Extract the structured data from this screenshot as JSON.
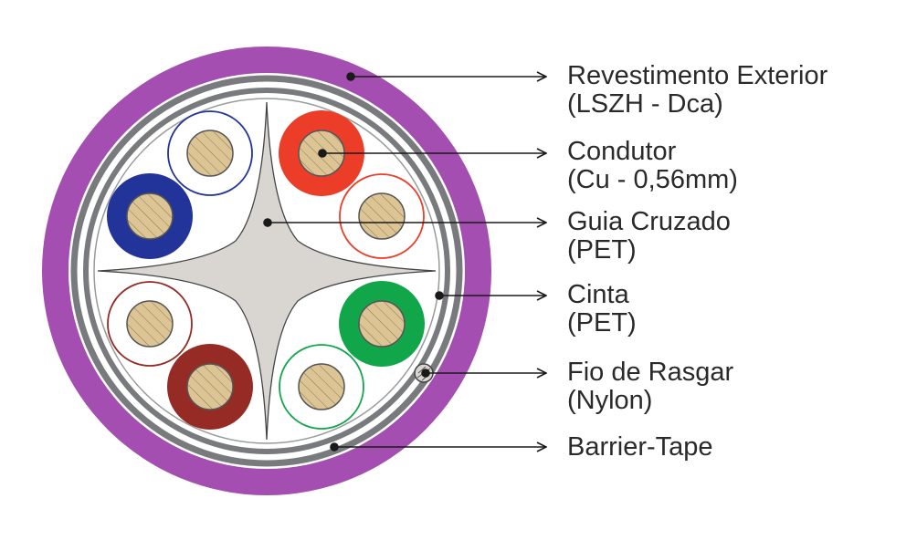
{
  "colors": {
    "jacket": "#a54eb1",
    "barrier_tape": "#787a7d",
    "copper": "#dcc494",
    "blue": "#223399",
    "orange": "#ec3d29",
    "green": "#12a64a",
    "brown": "#962b25",
    "separator": "#d9d6d2"
  },
  "labels": [
    {
      "key": "jacket",
      "line1": "Revestimento Exterior",
      "line2": "(LSZH - Dca)"
    },
    {
      "key": "conductor",
      "line1": "Condutor",
      "line2": "(Cu - 0,56mm)"
    },
    {
      "key": "separator",
      "line1": "Guia Cruzado",
      "line2": "(PET)"
    },
    {
      "key": "tape",
      "line1": "Cinta",
      "line2": "(PET)"
    },
    {
      "key": "ripcord",
      "line1": "Fio de Rasgar",
      "line2": "(Nylon)"
    },
    {
      "key": "barrier",
      "line1": "Barrier-Tape",
      "line2": ""
    }
  ]
}
